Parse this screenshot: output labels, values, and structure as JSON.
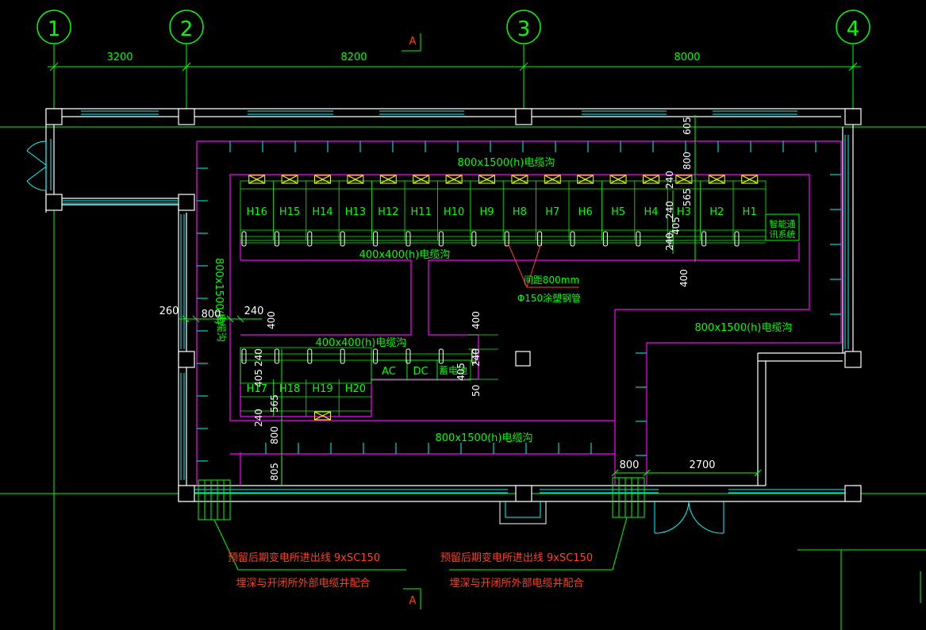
{
  "colors": {
    "background": "#000000",
    "grid": "#00ff00",
    "wall": "#ffffff",
    "window": "#00ffff",
    "trench": "#ff00ff",
    "note": "#ff4020"
  },
  "axes": [
    "1",
    "2",
    "3",
    "4"
  ],
  "section_mark": "A",
  "dims_top": [
    "3200",
    "8200",
    "8000"
  ],
  "dims_left": {
    "w260": "260",
    "w800": "800",
    "w240": "240"
  },
  "dims_trench_right": [
    "605",
    "800",
    "240",
    "565",
    "240",
    "405",
    "240",
    "400"
  ],
  "dims_mid": [
    "400",
    "400",
    "240",
    "405",
    "50"
  ],
  "dims_lower_left": [
    "240",
    "405",
    "565",
    "240",
    "800",
    "805"
  ],
  "dims_bottom_right": [
    "800",
    "2700"
  ],
  "cabinets_top": [
    "H16",
    "H15",
    "H14",
    "H13",
    "H12",
    "H11",
    "H10",
    "H9",
    "H8",
    "H7",
    "H6",
    "H5",
    "H4",
    "H3",
    "H2",
    "H1"
  ],
  "cabinets_bottom": [
    "H17",
    "H18",
    "H19",
    "H20"
  ],
  "panels": {
    "ac": "AC",
    "dc": "DC",
    "battery": "蓄电池"
  },
  "smart_cabinet": [
    "智能通",
    "讯系统"
  ],
  "trench_labels": {
    "top": "800x1500(h)电缆沟",
    "upper_inner": "400x400(h)电缆沟",
    "middle": "400x400(h)电缆沟",
    "bottom": "800x1500(h)电缆沟",
    "right": "800x1500(h)电缆沟",
    "left": "800x1500(h)"
  },
  "left_trench_label": "电缆沟",
  "pipe_note": {
    "spacing": "间距800mm",
    "pipe": "Φ150涂塑钢管"
  },
  "notes_left": [
    "预留后期变电所进出线 9xSC150",
    "埋深与开闭所外部电缆井配合"
  ],
  "notes_right": [
    "预留后期变电所进出线 9xSC150",
    "埋深与开闭所外部电缆井配合"
  ]
}
